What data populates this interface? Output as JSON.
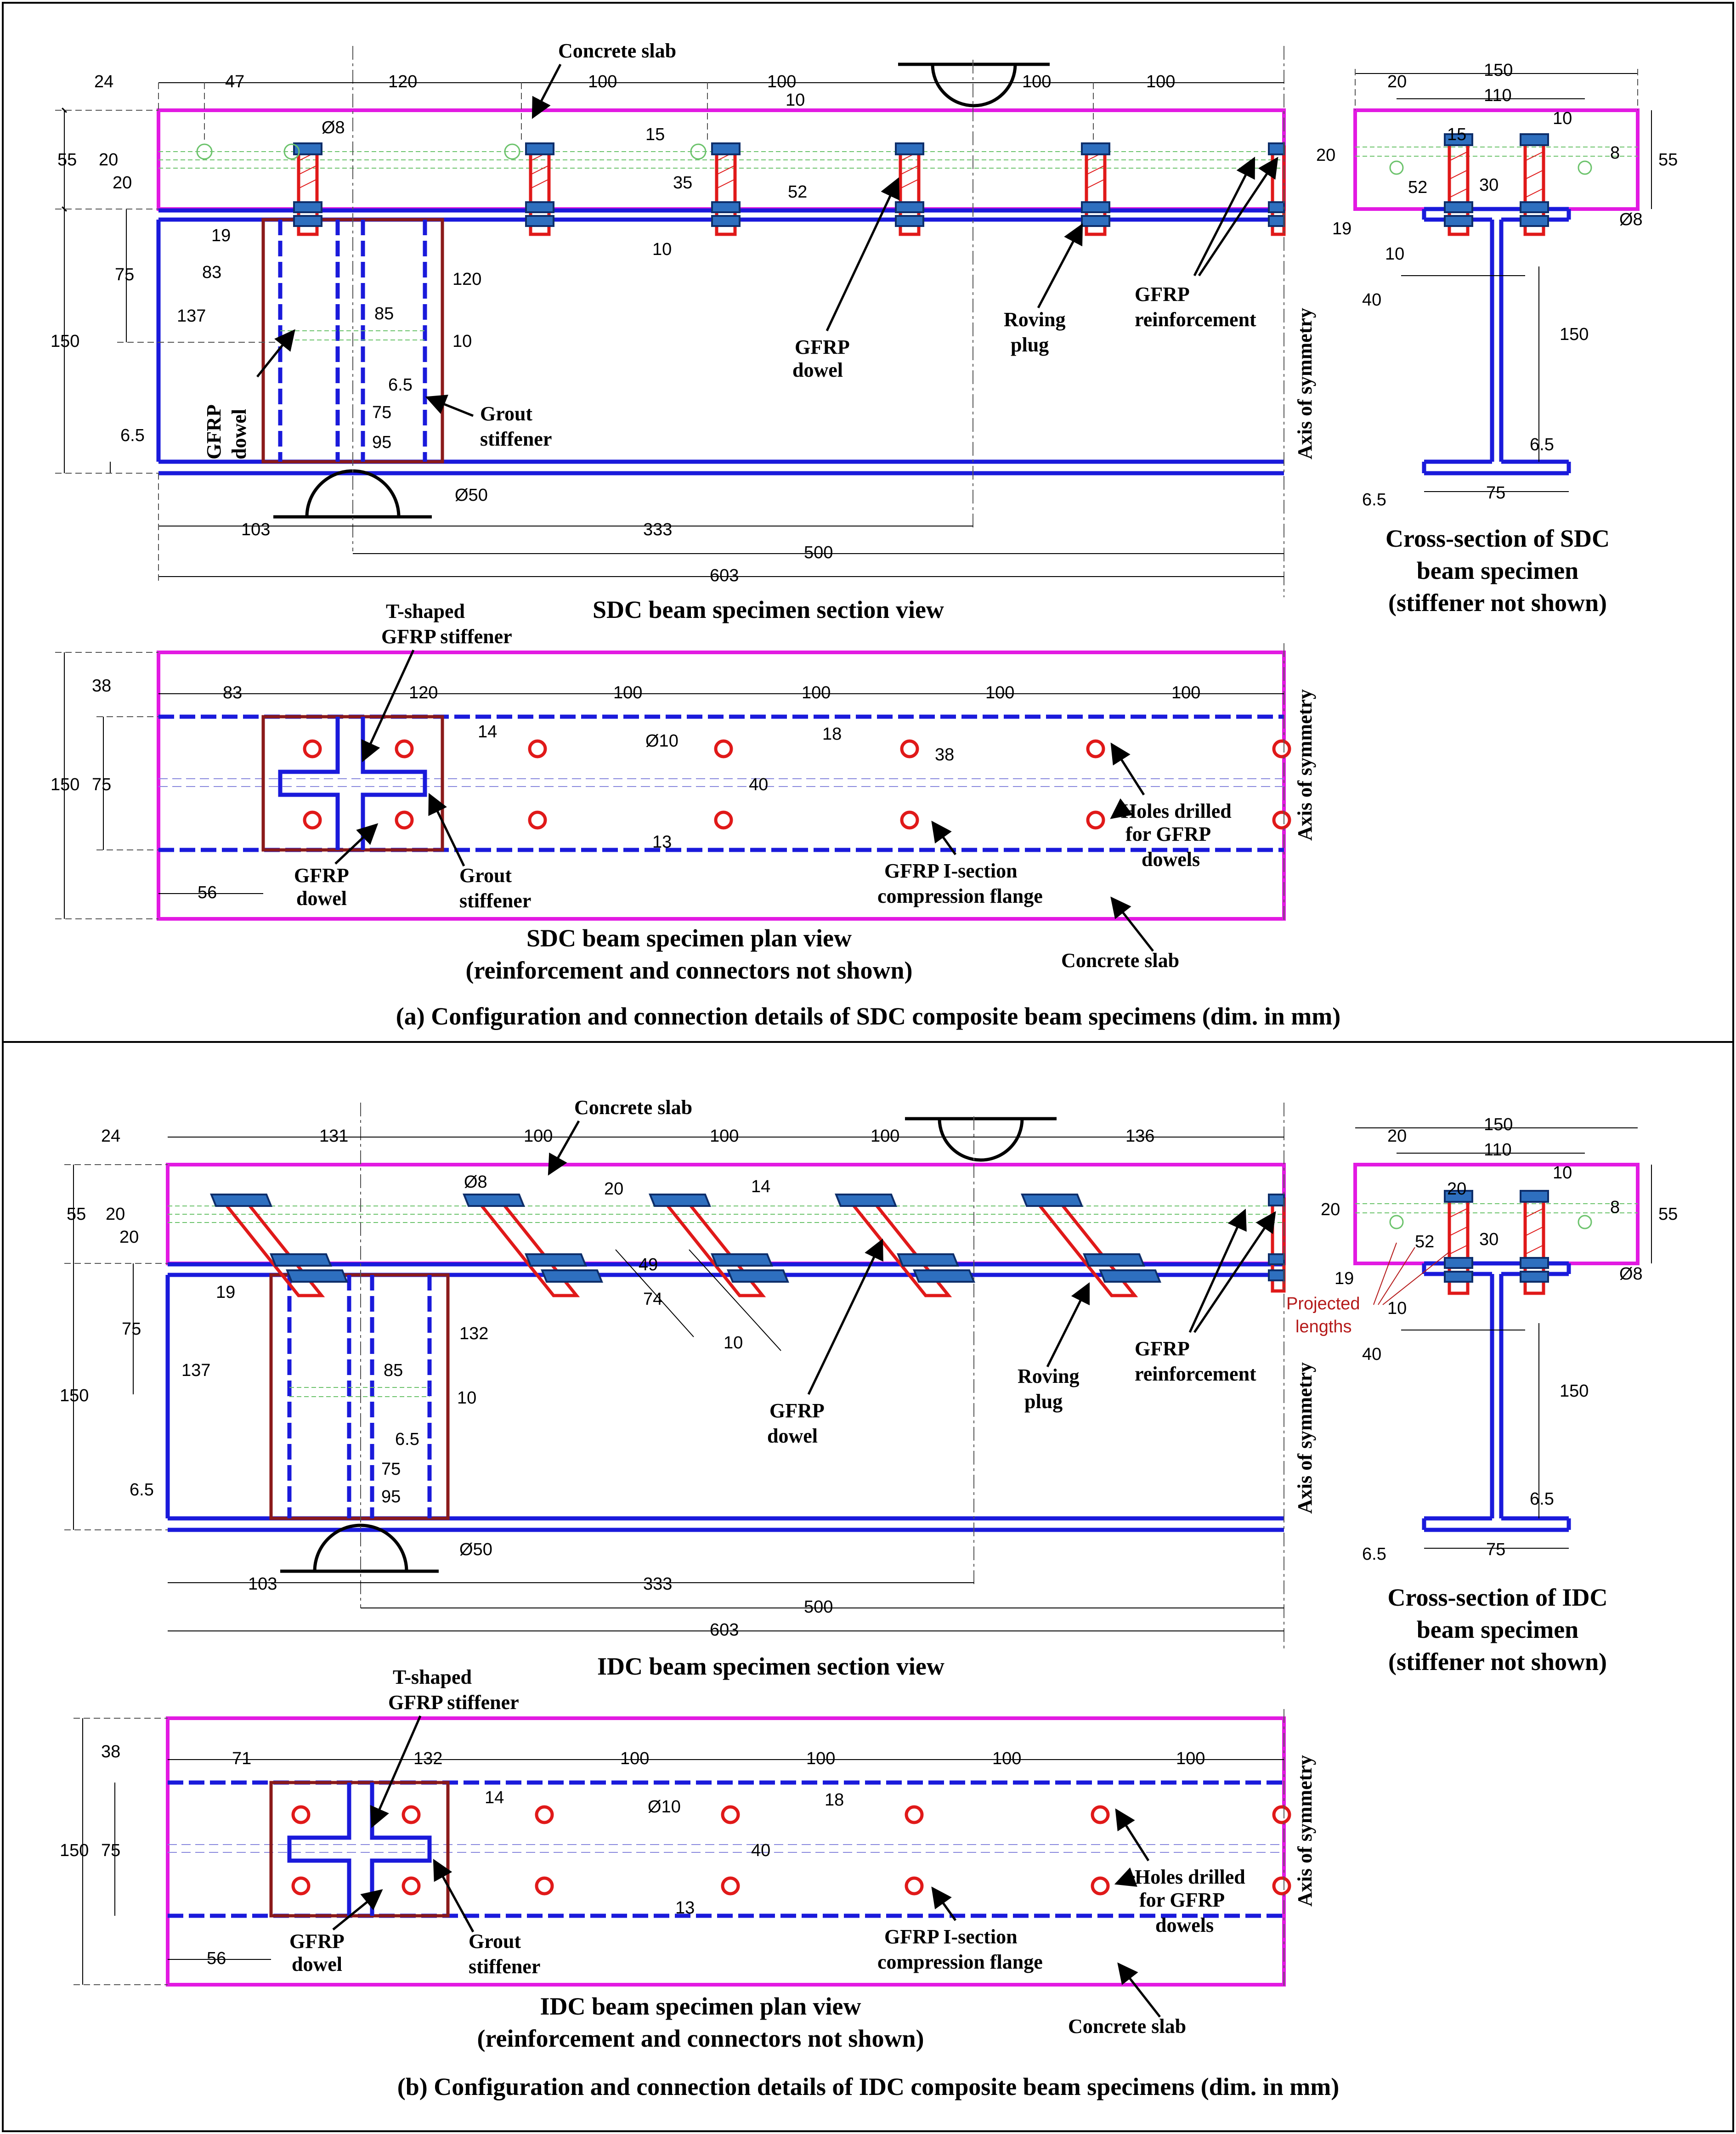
{
  "panel_a": {
    "caption": "(a) Configuration and connection details of SDC composite beam specimens (dim. in mm)",
    "section_title": "SDC beam specimen section view",
    "plan_title_1": "SDC beam specimen plan view",
    "plan_title_2": "(reinforcement and connectors not shown)",
    "xsec_title_1": "Cross-section of SDC",
    "xsec_title_2": "beam specimen",
    "xsec_title_3": "(stiffener not shown)",
    "labels": {
      "concrete_slab": "Concrete slab",
      "gfrp_dowel_1": "GFRP",
      "gfrp_dowel_2": "dowel",
      "roving_1": "Roving",
      "roving_2": "plug",
      "gfrp_reinf_1": "GFRP",
      "gfrp_reinf_2": "reinforcement",
      "grout_1": "Grout",
      "grout_2": "stiffener",
      "axis": "Axis of symmetry",
      "tshape_1": "T-shaped",
      "tshape_2": "GFRP stiffener",
      "holes_1": "Holes drilled",
      "holes_2": "for GFRP",
      "holes_3": "dowels",
      "flange_1": "GFRP I-section",
      "flange_2": "compression flange",
      "plan_concrete": "Concrete slab"
    },
    "section_dims": {
      "d24": "24",
      "d47": "47",
      "d120": "120",
      "d100a": "100",
      "d100b": "100",
      "d100c": "100",
      "d100d": "100",
      "d55": "55",
      "d20a": "20",
      "d20b": "20",
      "phi8": "Ø8",
      "d15": "15",
      "d10a": "10",
      "d35": "35",
      "d52": "52",
      "d10b": "10",
      "d19": "19",
      "d75": "75",
      "d83": "83",
      "d120b": "120",
      "d150": "150",
      "d137": "137",
      "d85": "85",
      "d10c": "10",
      "d65a": "6.5",
      "d75b": "75",
      "d95": "95",
      "d65b": "6.5",
      "phi50": "Ø50",
      "d103": "103",
      "d333": "333",
      "d500": "500",
      "d603": "603"
    },
    "plan_dims": {
      "d38": "38",
      "d83": "83",
      "d120": "120",
      "d100a": "100",
      "d100b": "100",
      "d100c": "100",
      "d100d": "100",
      "d14": "14",
      "phi10": "Ø10",
      "d18": "18",
      "d38b": "38",
      "d150": "150",
      "d75": "75",
      "d40": "40",
      "d13": "13",
      "d56": "56"
    },
    "xsec_dims": {
      "d150": "150",
      "d20": "20",
      "d110": "110",
      "d10": "10",
      "d20b": "20",
      "d15": "15",
      "d8": "8",
      "d55": "55",
      "d52": "52",
      "d30": "30",
      "d19": "19",
      "phi8": "Ø8",
      "d10b": "10",
      "d40": "40",
      "d150b": "150",
      "d65": "6.5",
      "d65b": "6.5",
      "d75": "75"
    }
  },
  "panel_b": {
    "caption": "(b) Configuration and connection details of IDC composite beam specimens (dim. in mm)",
    "section_title": "IDC beam specimen section view",
    "plan_title_1": "IDC beam specimen plan view",
    "plan_title_2": "(reinforcement and connectors not shown)",
    "xsec_title_1": "Cross-section of IDC",
    "xsec_title_2": "beam specimen",
    "xsec_title_3": "(stiffener not shown)",
    "projected_1": "Projected",
    "projected_2": "lengths",
    "section_dims": {
      "d24": "24",
      "d131": "131",
      "d100a": "100",
      "d100b": "100",
      "d100c": "100",
      "d136": "136",
      "d55": "55",
      "d20a": "20",
      "d20b": "20",
      "phi8": "Ø8",
      "d20c": "20",
      "d14": "14",
      "d49": "49",
      "d74": "74",
      "d10": "10",
      "d19": "19",
      "d75": "75",
      "d132": "132",
      "d150": "150",
      "d137": "137",
      "d85": "85",
      "d10b": "10",
      "d65a": "6.5",
      "d75b": "75",
      "d95": "95",
      "d65b": "6.5",
      "phi50": "Ø50",
      "d103": "103",
      "d333": "333",
      "d500": "500",
      "d603": "603"
    },
    "plan_dims": {
      "d38": "38",
      "d71": "71",
      "d132": "132",
      "d100a": "100",
      "d100b": "100",
      "d100c": "100",
      "d100d": "100",
      "d14": "14",
      "phi10": "Ø10",
      "d18": "18",
      "d150": "150",
      "d75": "75",
      "d40": "40",
      "d13": "13",
      "d56": "56"
    },
    "xsec_dims": {
      "d150": "150",
      "d20": "20",
      "d110": "110",
      "d10": "10",
      "d20b": "20",
      "d20c": "20",
      "d8": "8",
      "d55": "55",
      "d52": "52",
      "d30": "30",
      "d19": "19",
      "phi8": "Ø8",
      "d10b": "10",
      "d40": "40",
      "d150b": "150",
      "d65": "6.5",
      "d65b": "6.5",
      "d75": "75"
    }
  },
  "colors": {
    "slab": "#e21ae2",
    "beam": "#1a1adb",
    "dowel": "#e01919",
    "grout": "#8b1a1a",
    "nut": "#2e6fbf",
    "rebar": "#6cc36c"
  }
}
